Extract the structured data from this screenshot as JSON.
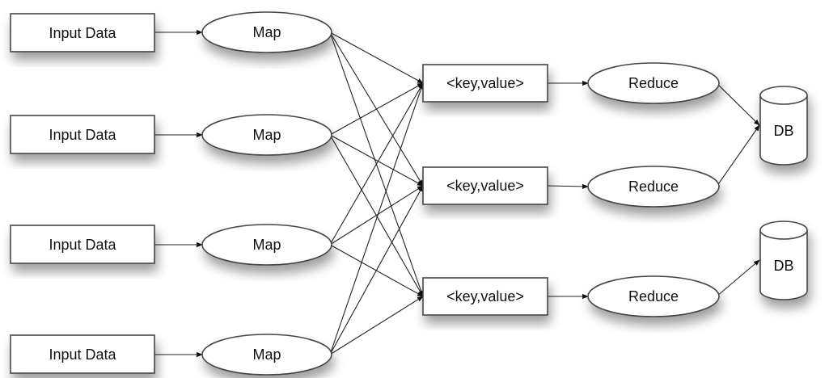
{
  "inputs": [
    {
      "label": "Input Data"
    },
    {
      "label": "Input Data"
    },
    {
      "label": "Input Data"
    },
    {
      "label": "Input Data"
    }
  ],
  "maps": [
    {
      "label": "Map"
    },
    {
      "label": "Map"
    },
    {
      "label": "Map"
    },
    {
      "label": "Map"
    }
  ],
  "kvs": [
    {
      "label": "<key,value>"
    },
    {
      "label": "<key,value>"
    },
    {
      "label": "<key,value>"
    }
  ],
  "reduces": [
    {
      "label": "Reduce"
    },
    {
      "label": "Reduce"
    },
    {
      "label": "Reduce"
    }
  ],
  "dbs": [
    {
      "label": "DB"
    },
    {
      "label": "DB"
    }
  ],
  "edges": {
    "input_to_map": [
      [
        0,
        0
      ],
      [
        1,
        1
      ],
      [
        2,
        2
      ],
      [
        3,
        3
      ]
    ],
    "map_to_kv": [
      [
        0,
        0
      ],
      [
        0,
        1
      ],
      [
        0,
        2
      ],
      [
        1,
        0
      ],
      [
        1,
        1
      ],
      [
        1,
        2
      ],
      [
        2,
        0
      ],
      [
        2,
        1
      ],
      [
        2,
        2
      ],
      [
        3,
        0
      ],
      [
        3,
        1
      ],
      [
        3,
        2
      ]
    ],
    "kv_to_reduce": [
      [
        0,
        0
      ],
      [
        1,
        1
      ],
      [
        2,
        2
      ]
    ],
    "reduce_to_db": [
      [
        0,
        0
      ],
      [
        1,
        0
      ],
      [
        2,
        1
      ]
    ]
  }
}
